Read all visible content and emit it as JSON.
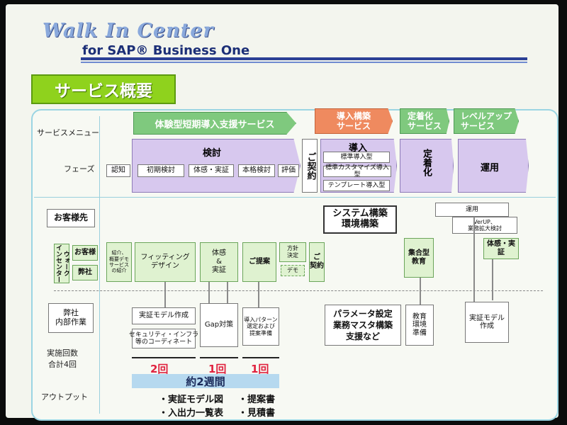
{
  "logo": {
    "line1": "Walk In Center",
    "line2": "for SAP® Business One"
  },
  "title": "サービス概要",
  "row_labels": {
    "menu": "サービスメニュー",
    "phase": "フェーズ",
    "customer": "お客様先",
    "internal": "弊社\n内部作業",
    "count": "実施回数\n合計4回",
    "output": "アウトプット"
  },
  "menu": {
    "trial": "体験型短期導入支援サービス",
    "intro": "導入構築\nサービス",
    "settle": "定着化\nサービス",
    "levelup": "レベルアップ\nサービス"
  },
  "phase": {
    "kentou": "検討",
    "steps": [
      "認知",
      "初期検討",
      "体感・実証",
      "本格検討",
      "評価"
    ],
    "contract": "ご契約",
    "intro": "導入",
    "intro_items": [
      "標準導入型",
      "標準カスタマイズ導入型",
      "テンプレート導入型"
    ],
    "settle": "定着化",
    "ops": "運用"
  },
  "customer": {
    "walk": "ウォーク\nインセンター",
    "client": "お客様",
    "us": "弊社",
    "intro_small": "紹介、\n概要デモ\nサービス\nの紹介",
    "fitting": "フィッティング\nデザイン",
    "taikan": "体感\n&\n実証",
    "proposal": "ご提案",
    "policy": "方針\n決定",
    "demo": "デモ",
    "contract": "ご\n契約",
    "system": "システム構築\n環境構築",
    "training": "集合型\n教育",
    "ops": "運用",
    "verup": "VerUP、\n業務拡大検討",
    "taikan2": "体感・実証"
  },
  "internal": {
    "model": "実証モデル作成",
    "security": "セキュリティ・インフラ\n等のコーディネート",
    "gap": "Gap対策",
    "pattern": "導入パターン\n選定および\n提案準備",
    "param": "パラメータ設定\n業務マスタ構築\n支援など",
    "edu": "教育\n環境\n準備",
    "model2": "実証モデル\n作成"
  },
  "counts": [
    "2回",
    "1回",
    "1回"
  ],
  "duration": "約2週間",
  "outputs": [
    "・実証モデル図",
    "・入出力一覧表",
    "・提案書",
    "・見積書"
  ]
}
